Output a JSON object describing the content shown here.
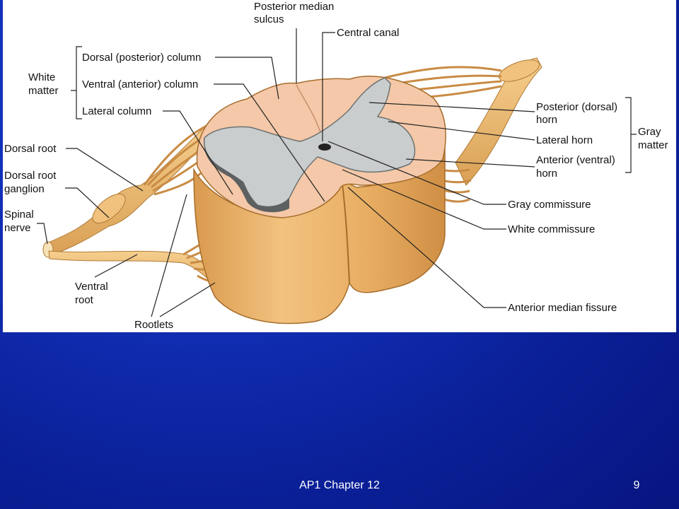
{
  "labels": {
    "posterior_median_sulcus": [
      "Posterior median",
      "sulcus"
    ],
    "central_canal": "Central canal",
    "dorsal_column": "Dorsal (posterior) column",
    "ventral_column": "Ventral (anterior) column",
    "lateral_column": "Lateral column",
    "white_matter": [
      "White",
      "matter"
    ],
    "dorsal_root": "Dorsal root",
    "dorsal_root_ganglion": [
      "Dorsal root",
      "ganglion"
    ],
    "spinal_nerve": [
      "Spinal",
      "nerve"
    ],
    "ventral_root": [
      "Ventral",
      "root"
    ],
    "rootlets": "Rootlets",
    "posterior_horn": [
      "Posterior (dorsal)",
      "horn"
    ],
    "lateral_horn": "Lateral horn",
    "anterior_horn": [
      "Anterior (ventral)",
      "horn"
    ],
    "gray_matter": [
      "Gray",
      "matter"
    ],
    "gray_commissure": "Gray commissure",
    "white_commissure": "White commissure",
    "anterior_median_fissure": "Anterior median fissure"
  },
  "footer": {
    "title": "AP1 Chapter 12",
    "slide_number": "9"
  },
  "colors": {
    "background": "#1230b8",
    "nerve": "#e8b46a",
    "white_matter_top": "#f4c8a8",
    "cord_side": "#e8a85c",
    "gray_matter": "#c9cdcd"
  }
}
